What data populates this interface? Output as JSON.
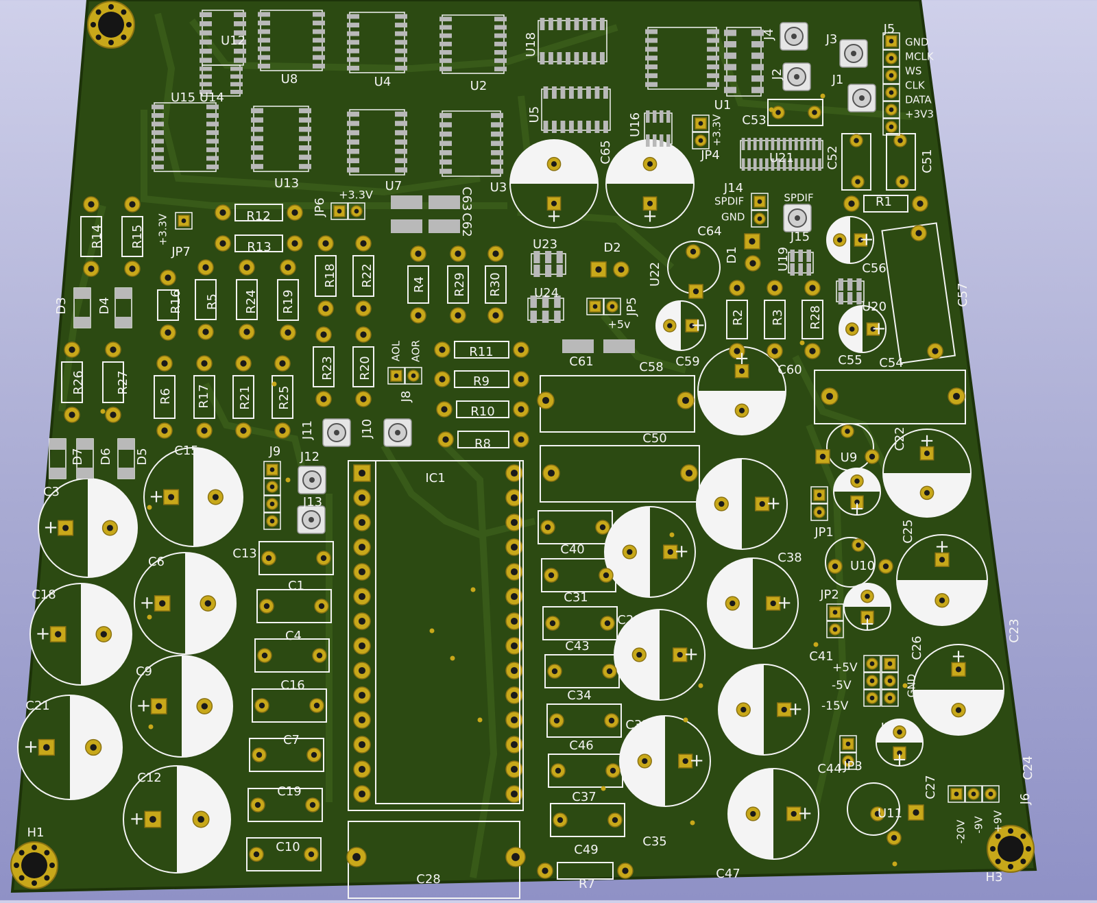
{
  "colors": {
    "background_top": "#cfd0ea",
    "background_bottom": "#8f91c6",
    "board": "#2c4a12",
    "board_edge": "#1d3309",
    "trace": "#3a5c1a",
    "copper_pad": "#c8a81a",
    "pad_dark": "#8a7212",
    "silkscreen": "#f4f4f4",
    "smd_pad": "#b9b9b9",
    "connector_body": "#e6e6e6"
  },
  "board": {
    "kind": "pcb-3d-view"
  },
  "labels": {
    "ic": [
      "U12",
      "U8",
      "U4",
      "U2",
      "U18",
      "U1",
      "U15 U14",
      "U13",
      "U7",
      "U3",
      "U5",
      "U16",
      "U21",
      "U23",
      "U24",
      "U22",
      "U19",
      "U20",
      "U9",
      "U10",
      "U11",
      "IC1"
    ],
    "resistors": [
      "R12",
      "R13",
      "R14",
      "R15",
      "R16",
      "R5",
      "R24",
      "R19",
      "R18",
      "R22",
      "R4",
      "R29",
      "R30",
      "R2",
      "R3",
      "R28",
      "R1",
      "R26",
      "R27",
      "R6",
      "R17",
      "R21",
      "R25",
      "R23",
      "R20",
      "R11",
      "R9",
      "R10",
      "R8",
      "R7"
    ],
    "capacitors": [
      "C63",
      "C62",
      "C65",
      "C64",
      "C53",
      "C52",
      "C51",
      "C56",
      "C57",
      "C59",
      "C60",
      "C55",
      "C54",
      "C61",
      "C58",
      "C50",
      "C22",
      "C15",
      "C3",
      "C6",
      "C18",
      "C9",
      "C21",
      "C12",
      "C13",
      "C1",
      "C4",
      "C16",
      "C7",
      "C19",
      "C10",
      "C28",
      "C40",
      "C31",
      "C43",
      "C34",
      "C46",
      "C37",
      "C49",
      "C29",
      "C32",
      "C35",
      "C38",
      "C41",
      "C44",
      "C47",
      "C25",
      "C26",
      "C23",
      "C27",
      "C24"
    ],
    "diodes": [
      "D3",
      "D4",
      "D7",
      "D6",
      "D5",
      "D2",
      "D1"
    ],
    "jumpers": [
      "JP6",
      "JP7",
      "JP4",
      "JP5",
      "JP1",
      "JP2",
      "JP3"
    ],
    "connectors": [
      "J4",
      "J3",
      "J2",
      "J1",
      "J5",
      "J14",
      "J15",
      "J11",
      "J10",
      "J12",
      "J13",
      "J9",
      "J8",
      "J7",
      "J6"
    ],
    "mounting": [
      "H1",
      "H3"
    ]
  },
  "net_labels": {
    "j5": [
      "GND",
      "MCLK",
      "WS",
      "CLK",
      "DATA",
      "+3V3"
    ],
    "jp4": "+3.3V",
    "jp6": "+3.3V",
    "jp7": "+3.3V",
    "jp5": "+5v",
    "j14": [
      "SPDIF",
      "GND"
    ],
    "j15": "SPDIF",
    "j8": [
      "AOL",
      "AOR"
    ],
    "j7": [
      "+5V",
      "-5V",
      "-15V",
      "GND"
    ],
    "j6": [
      "-20V",
      "-9V",
      "+9V"
    ]
  }
}
